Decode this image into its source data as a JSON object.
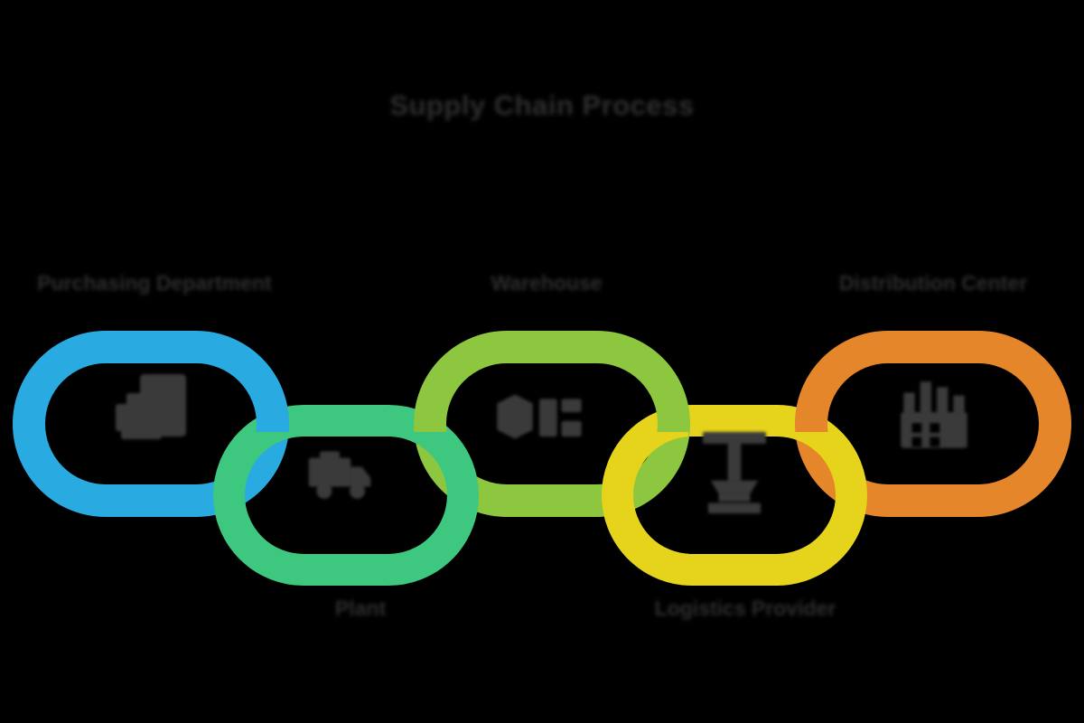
{
  "diagram": {
    "title": "Supply Chain Process",
    "type": "chain-link-process",
    "background_color": "#000000",
    "label_color": "#2e2e2e",
    "text_rendering": "blurred"
  },
  "links": [
    {
      "id": "link-0",
      "label": "Purchasing Department",
      "label_position": "top",
      "color": "#29ABE2",
      "color_name": "blue",
      "icon": "clipboard-checklist-icon",
      "row": "upper"
    },
    {
      "id": "link-1",
      "label": "Plant",
      "label_position": "bottom",
      "color": "#3EC77F",
      "color_name": "green",
      "icon": "truck-icon",
      "row": "lower"
    },
    {
      "id": "link-2",
      "label": "Warehouse",
      "label_position": "top",
      "color": "#8DC63F",
      "color_name": "light-green",
      "icon": "boxes-icon",
      "row": "upper"
    },
    {
      "id": "link-3",
      "label": "Logistics Provider",
      "label_position": "bottom",
      "color": "#E5D41B",
      "color_name": "yellow",
      "icon": "crane-icon",
      "row": "lower"
    },
    {
      "id": "link-4",
      "label": "Distribution Center",
      "label_position": "top",
      "color": "#E5862B",
      "color_name": "orange",
      "icon": "factory-icon",
      "row": "upper"
    }
  ]
}
